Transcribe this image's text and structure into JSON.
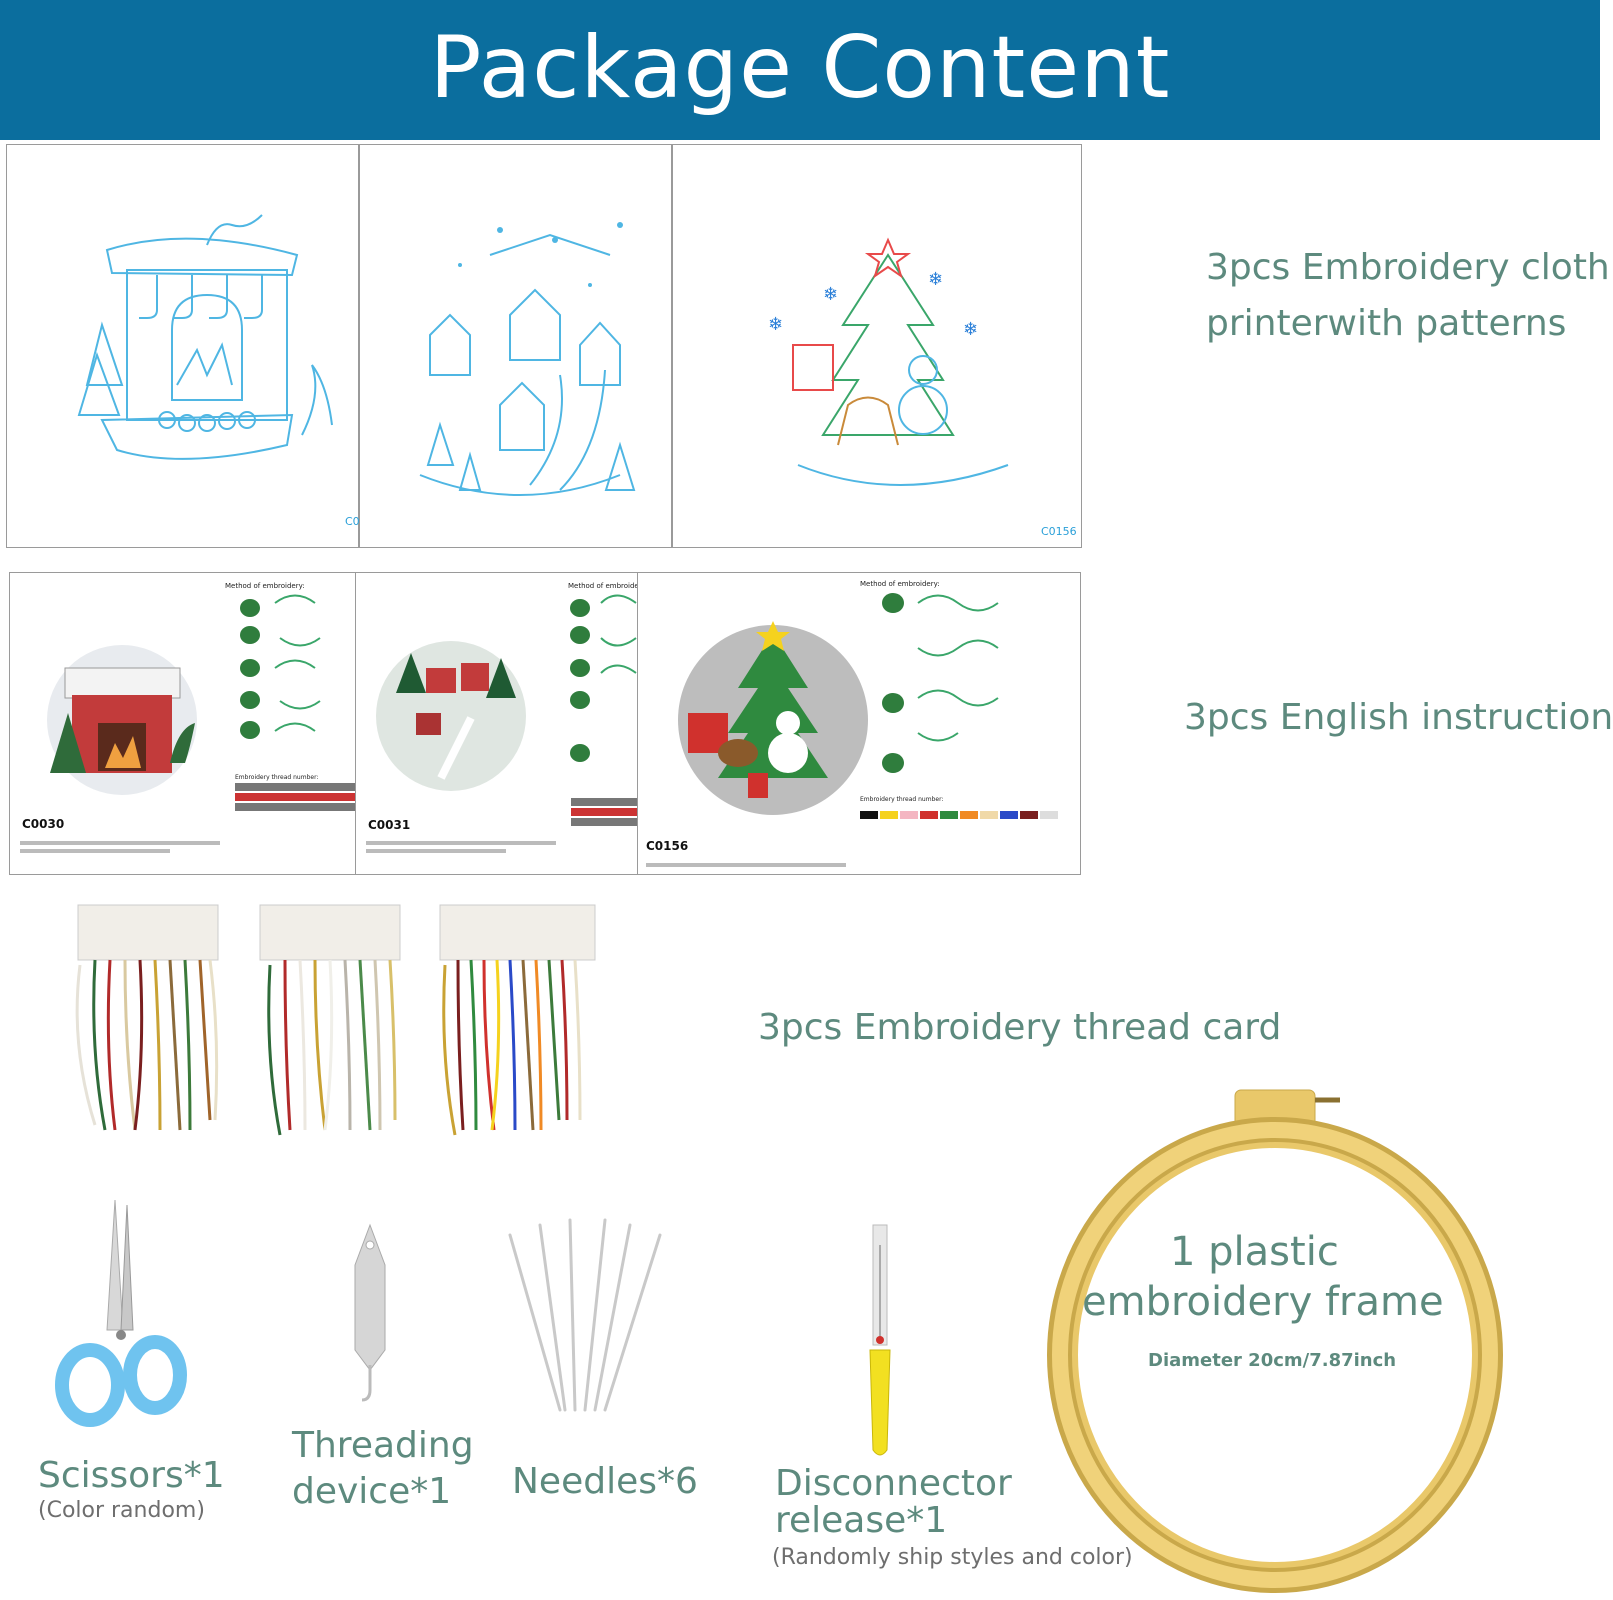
{
  "header": {
    "title": "Package Content"
  },
  "cloth": {
    "label_line1": "3pcs Embroidery cloth",
    "label_line2": "printerwith patterns",
    "codes": [
      "C0",
      "C0156"
    ]
  },
  "instructions": {
    "label": "3pcs English instruction",
    "sheets": [
      {
        "code": "C0030"
      },
      {
        "code": "C0031"
      },
      {
        "code": "C0156"
      }
    ],
    "method_title": "Method of embroidery:",
    "thread_title": "Embroidery thread number:"
  },
  "thread_card": {
    "label": "3pcs Embroidery thread card"
  },
  "tools": {
    "scissors": {
      "label": "Scissors*1",
      "note": "(Color random)"
    },
    "threader": {
      "line1": "Threading",
      "line2": "device*1"
    },
    "needles": {
      "label": "Needles*6"
    },
    "disconnector": {
      "line1": "Disconnector",
      "line2": "release*1",
      "note": "(Randomly ship styles and color)"
    }
  },
  "frame": {
    "line1": "1 plastic",
    "line2": "embroidery frame",
    "diameter": "Diameter 20cm/7.87inch"
  },
  "colors": {
    "banner": "#0b6e9e",
    "label_text": "#5d8a7e",
    "pattern_blue": "#4fb6e3",
    "hoop": "#e9c86a"
  }
}
